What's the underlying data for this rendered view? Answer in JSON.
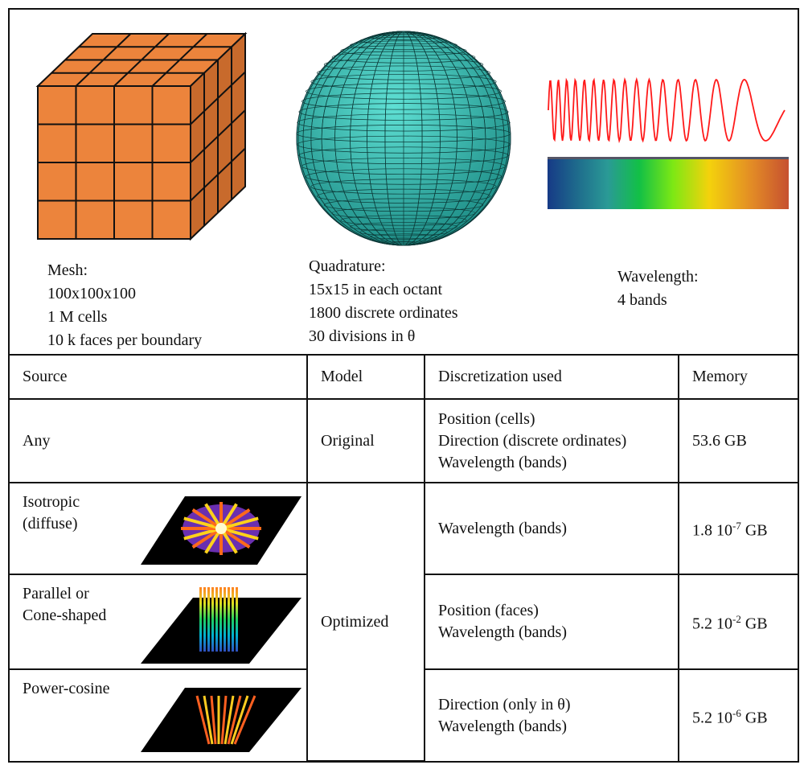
{
  "captions": {
    "mesh": [
      "Mesh:",
      "100x100x100",
      "1 M cells",
      "10 k faces per boundary"
    ],
    "quadrature": [
      "Quadrature:",
      "15x15 in each octant",
      "1800 discrete ordinates",
      "30 divisions in θ"
    ],
    "wavelength": [
      "Wavelength:",
      "4 bands"
    ]
  },
  "table": {
    "headers": [
      "Source",
      "Model",
      "Discretization used",
      "Memory"
    ],
    "rows": [
      {
        "source": "Any",
        "model": "Original",
        "disc": [
          "Position (cells)",
          "Direction (discrete ordinates)",
          "Wavelength (bands)"
        ],
        "mem": {
          "base": "53.6",
          "exp": "",
          "unit": "GB"
        }
      },
      {
        "source": "Isotropic\n(diffuse)",
        "model": "Optimized",
        "disc": [
          "Wavelength (bands)"
        ],
        "mem": {
          "base": "1.8 10",
          "exp": "-7",
          "unit": " GB"
        }
      },
      {
        "source": "Parallel or\nCone-shaped",
        "disc": [
          "Position (faces)",
          "Wavelength (bands)"
        ],
        "mem": {
          "base": "5.2 10",
          "exp": "-2",
          "unit": " GB"
        }
      },
      {
        "source": "Power-cosine",
        "disc": [
          "Direction (only in θ)",
          "Wavelength (bands)"
        ],
        "mem": {
          "base": "5.2 10",
          "exp": "-6",
          "unit": " GB"
        }
      }
    ]
  },
  "colors": {
    "cube": "#ec843c",
    "sphere": "#3ec8bd",
    "wave": "#ff1a1a"
  }
}
